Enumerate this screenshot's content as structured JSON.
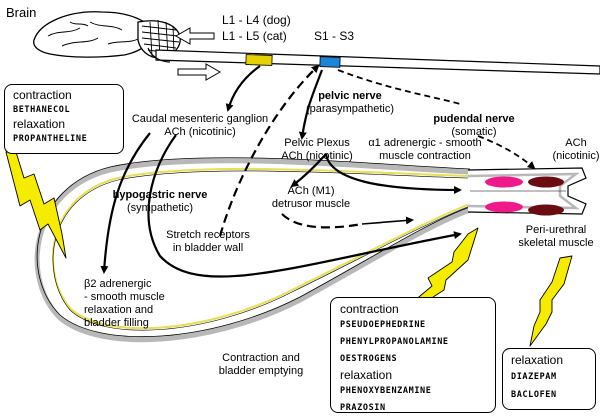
{
  "colors": {
    "yellow_segment": "#e8d100",
    "blue_segment": "#1c86d6",
    "sphincter_pink": "#ee1a8a",
    "sphincter_dark": "#6b0b12",
    "bladder_outline": "#b8b8b8",
    "bladder_inner": "#e6e052",
    "lightning": "#f5ec00"
  },
  "labels": {
    "brain": "Brain",
    "l_dog": "L1 - L4 (dog)",
    "l_cat": "L1 - L5 (cat)",
    "s_segment": "S1 - S3",
    "caudal_ganglion_1": "Caudal mesenteric ganglion",
    "caudal_ganglion_2": "ACh (nicotinic)",
    "pelvic_nerve": "pelvic nerve",
    "parasympathetic": "(parasympathetic)",
    "pudendal_nerve": "pudendal nerve",
    "somatic": "(somatic)",
    "pelvic_plexus": "Pelvic Plexus",
    "pelvic_plexus_ach": "ACh (nicotinic)",
    "alpha1_line1": "α1 adrenergic - smooth",
    "alpha1_line2": "muscle contraction",
    "ach_nic_1": "ACh",
    "ach_nic_2": "(nicotinic)",
    "hypogastric_nerve": "hypogastric nerve",
    "sympathetic": "(sympathetic)",
    "ach_m1": "ACh (M1)",
    "detrusor": "detrusor muscle",
    "stretch_1": "Stretch receptors",
    "stretch_2": "in bladder wall",
    "periurethral_1": "Peri-urethral",
    "periurethral_2": "skeletal muscle",
    "beta2_1": "β2 adrenergic",
    "beta2_2": "- smooth muscle",
    "beta2_3": "relaxation and",
    "beta2_4": "bladder filling",
    "contraction_emptying_1": "Contraction and",
    "contraction_emptying_2": "bladder emptying"
  },
  "boxes": {
    "top_left": {
      "contraction_heading": "contraction",
      "contraction_drugs": [
        "BETHANECOL"
      ],
      "relaxation_heading": "relaxation",
      "relaxation_drugs": [
        "PROPANTHELINE"
      ]
    },
    "bottom_center": {
      "contraction_heading": "contraction",
      "contraction_drugs": [
        "PSEUDOEPHEDRINE",
        "PHENYLPROPANOLAMINE",
        "OESTROGENS"
      ],
      "relaxation_heading": "relaxation",
      "relaxation_drugs": [
        "PHENOXYBENZAMINE",
        "PRAZOSIN"
      ]
    },
    "bottom_right": {
      "relaxation_heading": "relaxation",
      "relaxation_drugs": [
        "DIAZEPAM",
        "BACLOFEN"
      ]
    }
  }
}
